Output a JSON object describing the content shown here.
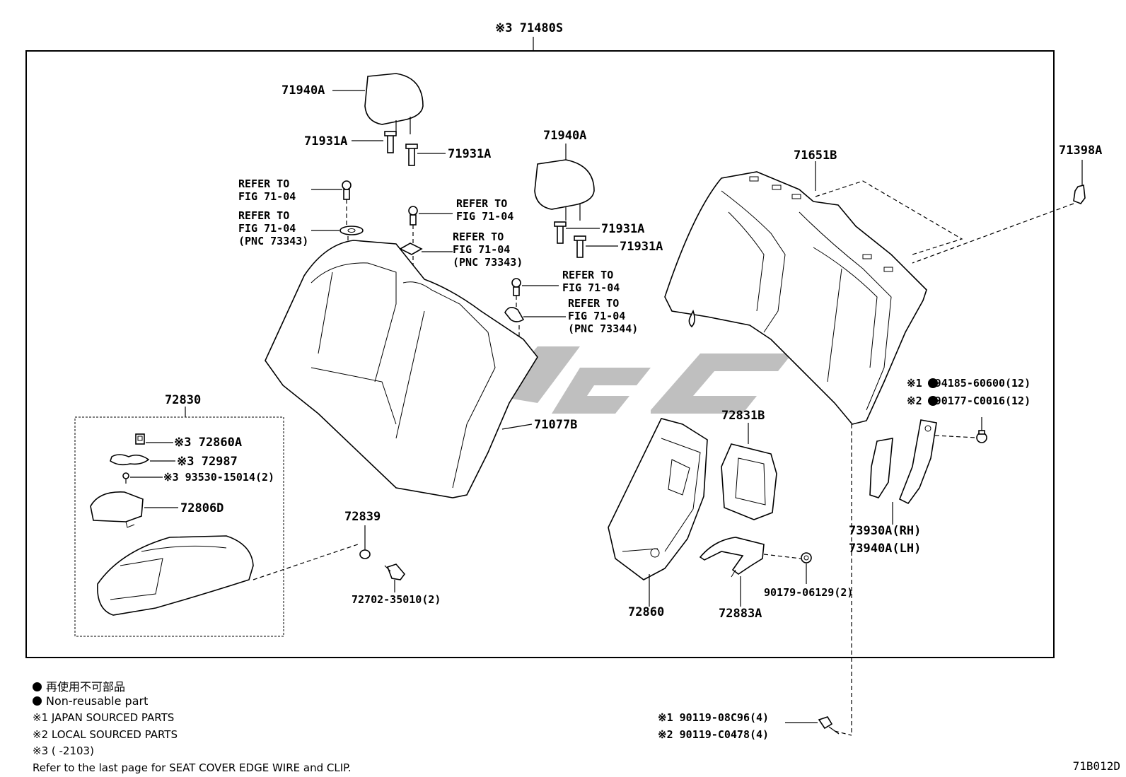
{
  "assembly_label": "※3 71480S",
  "figure_id": "71B012D",
  "callouts": {
    "headrest_left": "71940A",
    "guide_left_a": "71931A",
    "guide_left_b": "71931A",
    "headrest_center": "71940A",
    "guide_center_a": "71931A",
    "guide_center_b": "71931A",
    "seatback_cover": "71651B",
    "hook": "71398A",
    "seatback_frame": "71077B",
    "armrest_assy": "72830",
    "armrest_part_a": "※3 72860A",
    "armrest_part_b": "※3 72987",
    "armrest_part_c": "※3 93530-15014(2)",
    "armrest_part_d": "72806D",
    "armrest_stopper": "72839",
    "armrest_screw": "72702-35010(2)",
    "armrest_bracket": "72860",
    "armrest_frame": "72831B",
    "hinge": "72883A",
    "nut": "90179-06129(2)",
    "bolt_a": "※1 ●94185-60600(12)",
    "bolt_b": "※2 ●90177-C0016(12)",
    "trim_rh": "73930A(RH)",
    "trim_lh": "73940A(LH)",
    "bolt_c": "※1 90119-08C96(4)",
    "bolt_d": "※2 90119-C0478(4)"
  },
  "refer_notes": {
    "r1_line1": "REFER TO",
    "r1_line2": "FIG 71-04",
    "r2_line1": "REFER TO",
    "r2_line2": "FIG 71-04",
    "r2_line3": "(PNC 73343)",
    "r3_line1": "REFER TO",
    "r3_line2": "FIG 71-04",
    "r4_line1": "REFER TO",
    "r4_line2": "FIG 71-04",
    "r4_line3": "(PNC 73343)",
    "r5_line1": "REFER TO",
    "r5_line2": "FIG 71-04",
    "r6_line1": "REFER TO",
    "r6_line2": "FIG 71-04",
    "r6_line3": "(PNC 73344)"
  },
  "legend": {
    "non_reusable_jp": "再使用不可部品",
    "non_reusable_en": "Non-reusable part",
    "note1": "※1 JAPAN SOURCED PARTS",
    "note2": "※2 LOCAL SOURCED PARTS",
    "note3": "※3 (      -2103)",
    "footer": "Refer to the last page for SEAT COVER EDGE WIRE and CLIP."
  }
}
